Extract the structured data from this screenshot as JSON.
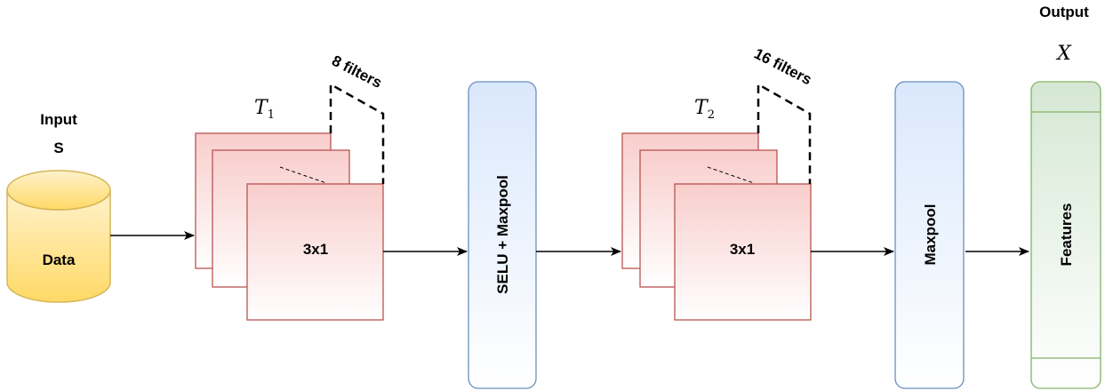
{
  "colors": {
    "cylinder_fill_top": "#fff2cc",
    "cylinder_fill_bottom": "#ffd966",
    "cylinder_stroke": "#d6b656",
    "filter_fill_top": "#f8cecc",
    "filter_fill_bottom": "#ffffff",
    "filter_stroke": "#b85450",
    "block_fill_top": "#dae8fc",
    "block_fill_bottom": "#ffffff",
    "block_stroke": "#6c8ebf",
    "features_fill_top": "#d5e8d4",
    "features_fill_bottom": "#ffffff",
    "features_stroke": "#82b366",
    "line": "#000000"
  },
  "input": {
    "title_line1": "Input",
    "title_line2": "S",
    "cylinder_label": "Data"
  },
  "conv1": {
    "math_label": "T",
    "math_subscript": "1",
    "kernel_label": "3x1",
    "filters_label": "8 filters"
  },
  "block1": {
    "label": "SELU + Maxpool"
  },
  "conv2": {
    "math_label": "T",
    "math_subscript": "2",
    "kernel_label": "3x1",
    "filters_label": "16 filters"
  },
  "block2": {
    "label": "Maxpool"
  },
  "output": {
    "title": "Output",
    "math_label": "X",
    "features_label": "Features"
  },
  "icons": [
    "database-icon"
  ]
}
